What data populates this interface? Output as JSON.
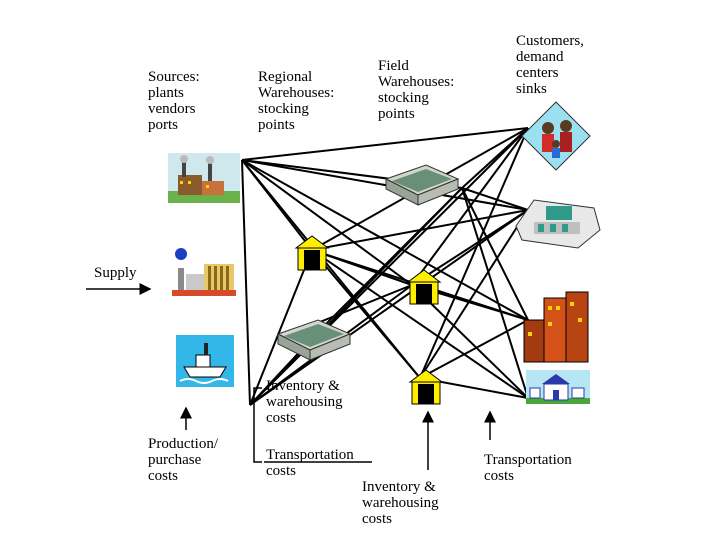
{
  "labels": {
    "sources": "Sources:\nplants\nvendors\nports",
    "regional": "Regional\nWarehouses:\nstocking\npoints",
    "field": "Field\nWarehouses:\nstocking\npoints",
    "customers": "Customers,\ndemand\ncenters\nsinks",
    "supply": "Supply",
    "production": "Production/\npurchase\ncosts",
    "inv_ware_1": "Inventory &\nwarehousing\ncosts",
    "transport_1": "Transportation\ncosts",
    "inv_ware_2": "Inventory &\nwarehousing\ncosts",
    "transport_2": "Transportation\ncosts"
  },
  "icons": {
    "sources": [
      "factory-icon",
      "refinery-icon",
      "ship-icon"
    ],
    "regional": [
      "warehouse-building-icon",
      "warehouse-door-icon"
    ],
    "field": [
      "warehouse-building-icon",
      "warehouse-door-icon",
      "warehouse-door-icon"
    ],
    "customers": [
      "people-icon",
      "store-icon",
      "city-buildings-icon",
      "house-icon"
    ]
  },
  "colors": {
    "line": "#000000",
    "warehouse_door_roof": "#ffee00",
    "warehouse_roof": "#6a8f79",
    "background": "#ffffff"
  }
}
